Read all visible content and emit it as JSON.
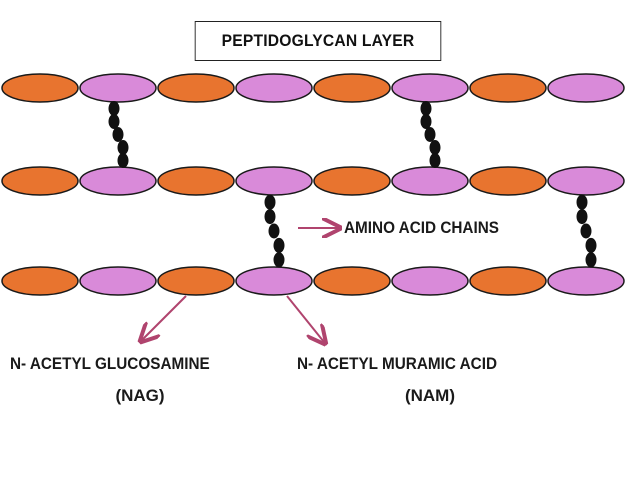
{
  "title": "PEPTIDOGLYCAN LAYER",
  "labels": {
    "amino_acid_chains": "AMINO ACID CHAINS",
    "nag_name": "N- ACETYL GLUCOSAMINE",
    "nag_abbr": "(NAG)",
    "nam_name": "N- ACETYL MURAMIC ACID",
    "nam_abbr": "(NAM)"
  },
  "colors": {
    "nag": "#e8742f",
    "nam": "#d98ad9",
    "outline": "#1a1a1a",
    "chain": "#111111",
    "arrow": "#b0446e"
  },
  "strands": [
    [
      "NAG",
      "NAM",
      "NAG",
      "NAM",
      "NAG",
      "NAM",
      "NAG",
      "NAM"
    ],
    [
      "NAG",
      "NAM",
      "NAG",
      "NAM",
      "NAG",
      "NAM",
      "NAG",
      "NAM"
    ],
    [
      "NAG",
      "NAM",
      "NAG",
      "NAM",
      "NAG",
      "NAM",
      "NAG",
      "NAM"
    ]
  ],
  "crosslinks": [
    {
      "from_strand": 0,
      "to_strand": 1,
      "unit": 1
    },
    {
      "from_strand": 0,
      "to_strand": 1,
      "unit": 5
    },
    {
      "from_strand": 1,
      "to_strand": 2,
      "unit": 3
    },
    {
      "from_strand": 1,
      "to_strand": 2,
      "unit": 7
    }
  ]
}
